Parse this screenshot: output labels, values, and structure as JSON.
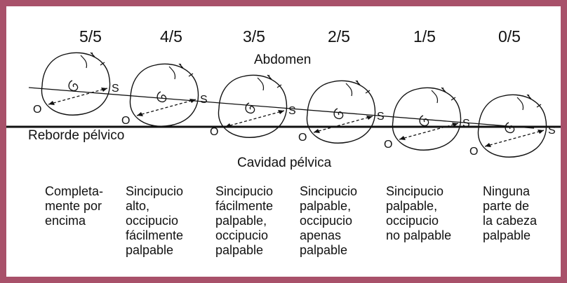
{
  "fractions": [
    "5/5",
    "4/5",
    "3/5",
    "2/5",
    "1/5",
    "0/5"
  ],
  "abdomen_label": "Abdomen",
  "brim_label": "Reborde pélvico",
  "cavity_label": "Cavidad pélvica",
  "sinciput_marker": "S",
  "occiput_marker": "O",
  "descriptions": [
    "Completa-\nmente por\nencima",
    "Sincipucio\nalto,\noccipucio\nfácilmente\npalpable",
    "Sincipucio\nfácilmente\npalpable,\noccipucio\npalpable",
    "Sincipucio\npalpable,\noccipucio\napenas\npalpable",
    "Sincipucio\npalpable,\noccipucio\nno palpable",
    "Ninguna\nparte de\nla cabeza\npalpable"
  ],
  "colors": {
    "border": "#a8516a",
    "ink": "#111111",
    "background": "#ffffff"
  }
}
